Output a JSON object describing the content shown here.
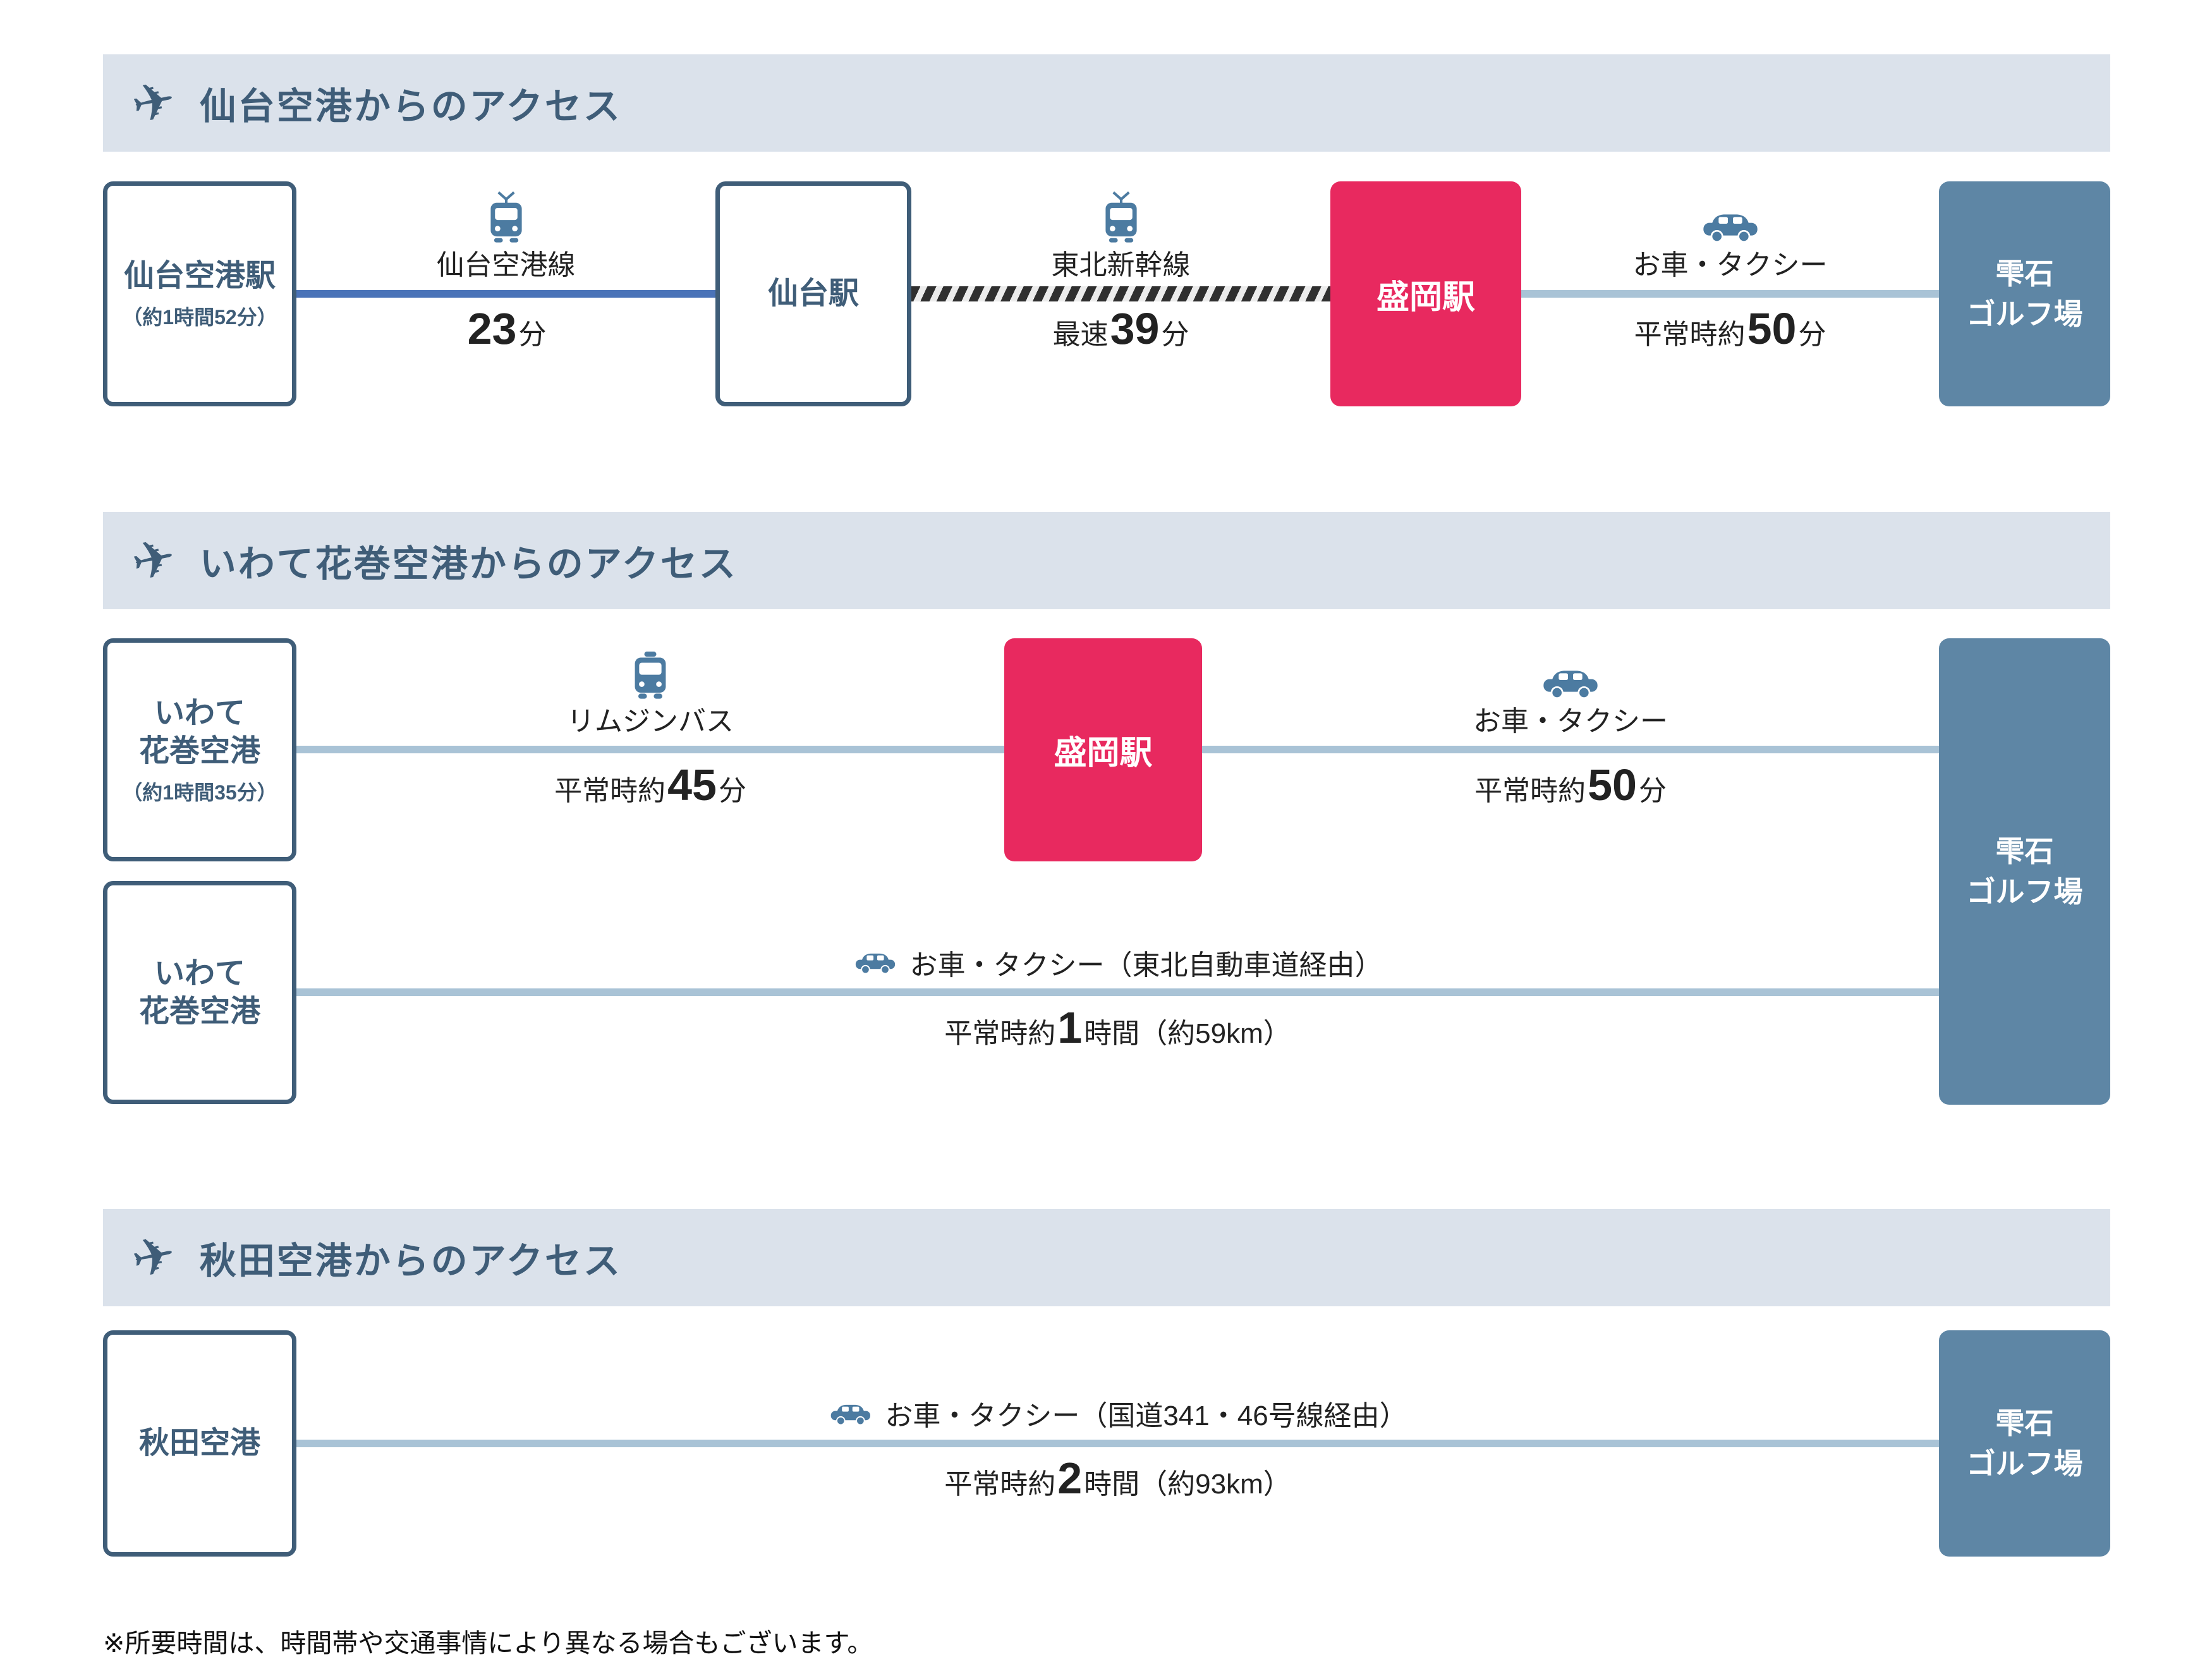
{
  "colors": {
    "header_bg": "#dbe2eb",
    "slate": "#3f5d78",
    "icon_steel_blue": "#4c7ba1",
    "morioka_pink": "#e8295f",
    "golf_blue": "#5e86a5",
    "line_light": "#a9c3d6",
    "line_blue": "#4a73b8",
    "shinkansen_dark": "#2f2f2f"
  },
  "icons": {
    "airplane": "✈",
    "train": "train-front-icon",
    "bus": "bus-front-icon",
    "car": "car-side-icon"
  },
  "sections": [
    {
      "title": "仙台空港からのアクセス",
      "start": {
        "name": "仙台空港駅",
        "sub": "（約1時間52分）"
      },
      "leg1": {
        "label": "仙台空港線",
        "time_pre": "",
        "time_big": "23",
        "time_post": "分"
      },
      "mid1": {
        "name": "仙台駅"
      },
      "leg2": {
        "label": "東北新幹線",
        "time_pre": "最速",
        "time_big": "39",
        "time_post": "分"
      },
      "mid2": {
        "name": "盛岡駅"
      },
      "leg3": {
        "label": "お車・タクシー",
        "time_pre": "平常時約",
        "time_big": "50",
        "time_post": "分"
      },
      "end": {
        "line1": "雫石",
        "line2": "ゴルフ場"
      }
    },
    {
      "title": "いわて花巻空港からのアクセス",
      "rowA": {
        "start": {
          "line1": "いわて",
          "line2": "花巻空港",
          "sub": "（約1時間35分）"
        },
        "leg1": {
          "label": "リムジンバス",
          "time_pre": "平常時約",
          "time_big": "45",
          "time_post": "分"
        },
        "mid": {
          "name": "盛岡駅"
        },
        "leg2": {
          "label": "お車・タクシー",
          "time_pre": "平常時約",
          "time_big": "50",
          "time_post": "分"
        }
      },
      "rowB": {
        "start": {
          "line1": "いわて",
          "line2": "花巻空港"
        },
        "leg": {
          "label": "お車・タクシー（東北自動車道経由）",
          "time_pre": "平常時約",
          "time_big": "1",
          "time_post": "時間（約59km）"
        }
      },
      "end": {
        "line1": "雫石",
        "line2": "ゴルフ場"
      }
    },
    {
      "title": "秋田空港からのアクセス",
      "start": {
        "name": "秋田空港"
      },
      "leg": {
        "label": "お車・タクシー（国道341・46号線経由）",
        "time_pre": "平常時約",
        "time_big": "2",
        "time_post": "時間（約93km）"
      },
      "end": {
        "line1": "雫石",
        "line2": "ゴルフ場"
      }
    }
  ],
  "footer_note": "※所要時間は、時間帯や交通事情により異なる場合もございます。"
}
